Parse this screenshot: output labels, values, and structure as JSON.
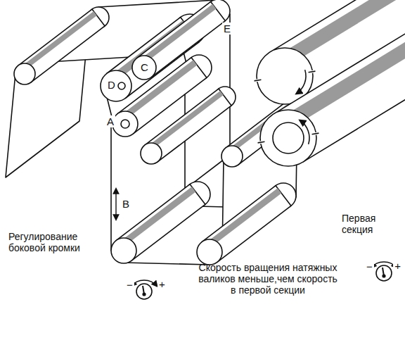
{
  "diagram": {
    "labels": [
      "E",
      "C",
      "D",
      "A",
      "B",
      "Регулирование боковой кромки",
      "Первая секция",
      "Скорость вращения натяжных валиков меньше,чем скорость в первой секции",
      "−",
      "+",
      "−",
      "+"
    ]
  }
}
